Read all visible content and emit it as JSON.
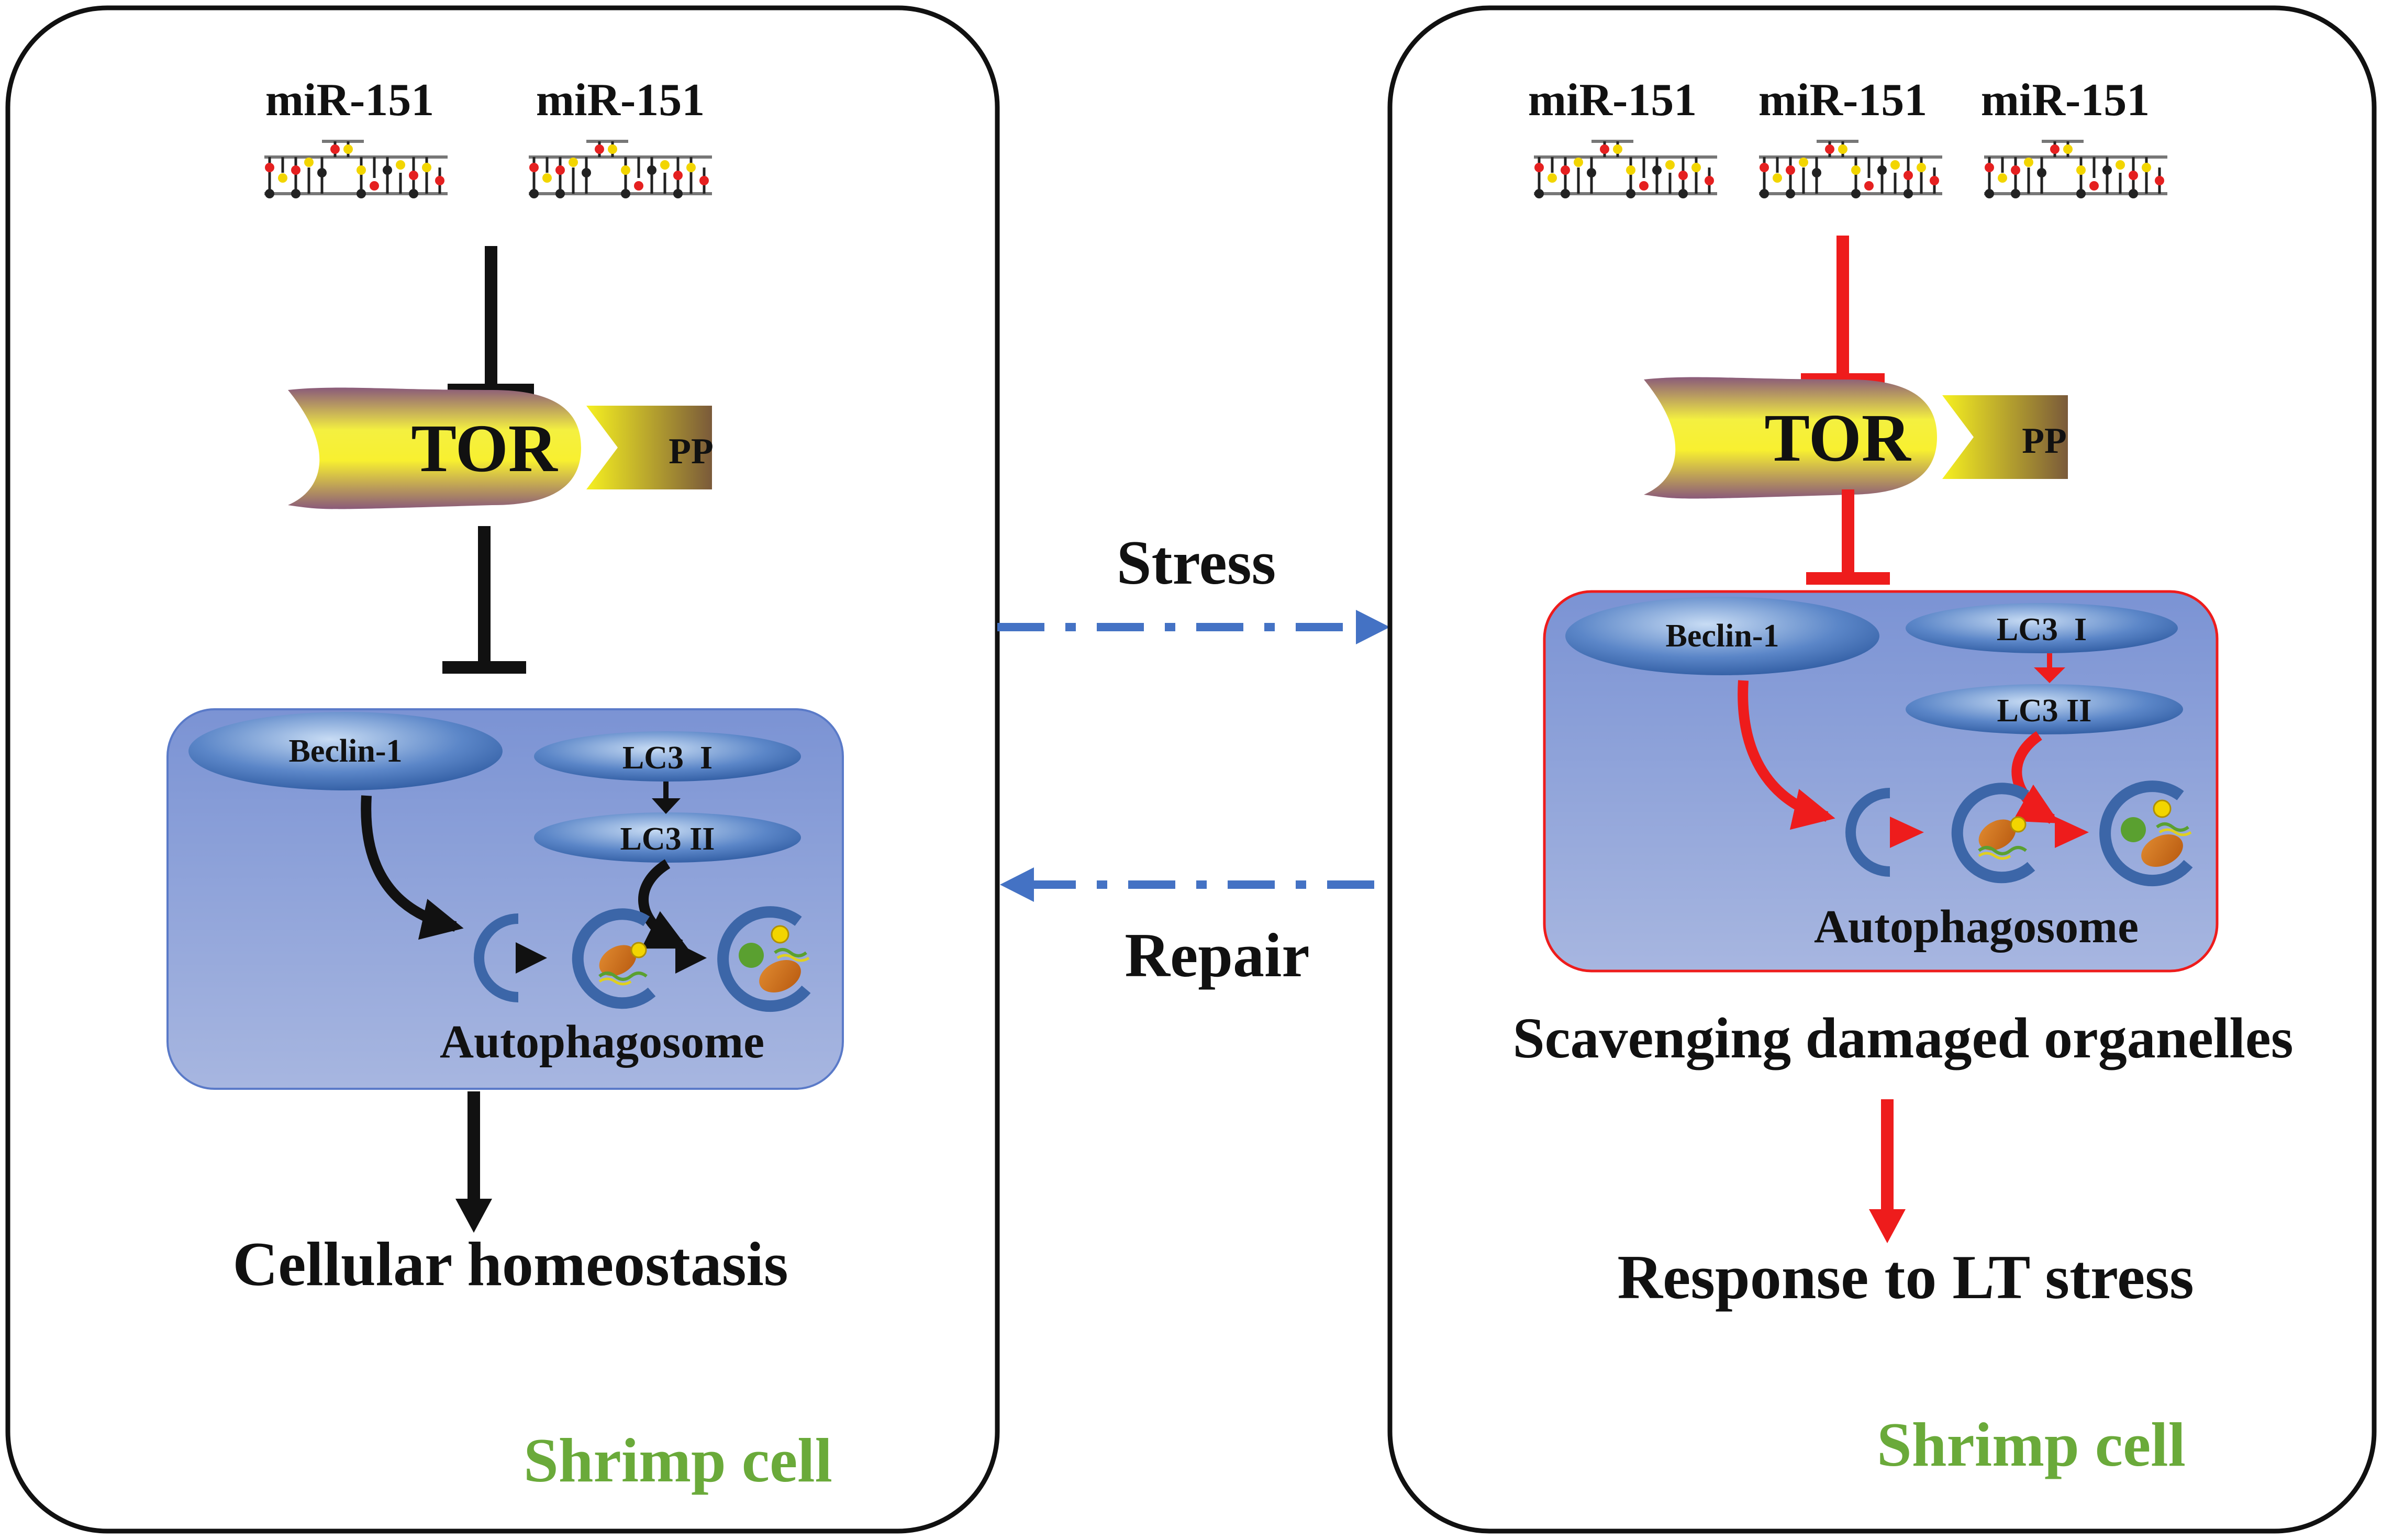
{
  "left_cell": {
    "mirna_labels": [
      "miR-151",
      "miR-151"
    ],
    "tor_label": "TOR",
    "pp_label": "PP",
    "beclin_label": "Beclin-1",
    "lc3_1_label": "LC3  I",
    "lc3_2_label": "LC3 II",
    "autophagosome_label": "Autophagosome",
    "outcome_label": "Cellular homeostasis",
    "cell_label": "Shrimp cell"
  },
  "middle": {
    "stress_label": "Stress",
    "repair_label": "Repair"
  },
  "right_cell": {
    "mirna_labels": [
      "miR-151",
      "miR-151",
      "miR-151"
    ],
    "tor_label": "TOR",
    "pp_label": "PP",
    "beclin_label": "Beclin-1",
    "lc3_1_label": "LC3  I",
    "lc3_2_label": "LC3 II",
    "autophagosome_label": "Autophagosome",
    "scavenging_label": "Scavenging damaged organelles",
    "outcome_label": "Response to LT stress",
    "cell_label": "Shrimp cell"
  },
  "colors": {
    "inhibition_normal": "#111111",
    "inhibition_stress": "#ee1c1c",
    "dashed_arrow": "#4472c4",
    "cell_label": "#6aaa3a",
    "autophagy_box": "#8fa4d8"
  }
}
